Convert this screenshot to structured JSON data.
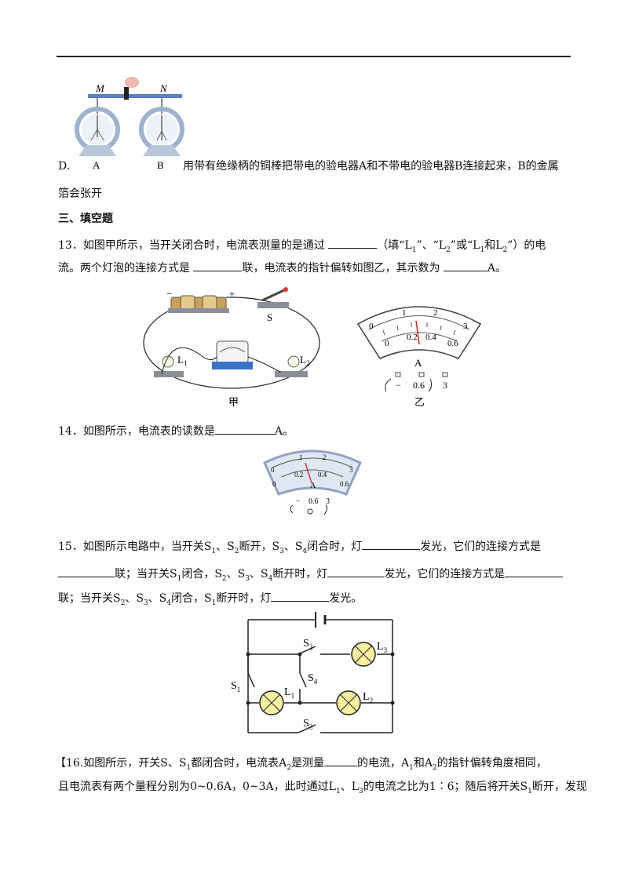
{
  "d_option": {
    "label": "D.",
    "fig_labels": {
      "m": "M",
      "n": "N",
      "a": "A",
      "b": "B"
    },
    "text_line1": "用带有绝缘柄的铜棒把带电的验电器A和不带电的验电器B连接起来，B的金属",
    "text_line2": "箔会张开"
  },
  "section_title": "三、填空题",
  "q13": {
    "num": "13．",
    "l1_a": "如图甲所示，当开关闭合时，电流表测量的是通过",
    "l1_b": "（填“L",
    "l1_c": "”、“L",
    "l1_d": "”或“L",
    "l1_e": "和L",
    "l1_f": "”）的电",
    "l2_a": "流。两个灯泡的连接方式是",
    "l2_b": "联，电流表的指针偏转如图乙，其示数为",
    "l2_c": "A。",
    "fig": {
      "minus": "−",
      "plus": "+",
      "s": "S",
      "l": "L",
      "sub1": "1",
      "sub2": "2",
      "jia": "甲",
      "meter_top": [
        "0",
        "1",
        "2",
        "3"
      ],
      "meter_bottom": [
        "0",
        "0.2",
        "0.4",
        "0.6"
      ],
      "meter_a": "A",
      "terminals": [
        "−",
        "0.6",
        "3"
      ],
      "yi": "乙"
    }
  },
  "q14": {
    "num": "14．",
    "text_a": "如图所示，电流表的读数是",
    "text_b": "A。",
    "fig": {
      "meter_top": [
        "0",
        "1",
        "2",
        "3"
      ],
      "meter_bottom": [
        "0",
        "0.2",
        "0.4",
        "0.6"
      ],
      "meter_a": "A",
      "terminals": [
        "−",
        "0.6",
        "3"
      ]
    }
  },
  "q15": {
    "num": "15．",
    "l1_a": "如图所示电路中，当开关S",
    "l1_b": "、S",
    "l1_c": "断开，S",
    "l1_d": "、S",
    "l1_e": "闭合时，灯",
    "l1_f": "发光，它们的连接方式是",
    "l2_a": "联；当开关S",
    "l2_b": "闭合，S",
    "l2_c": "、S",
    "l2_d": "、S",
    "l2_e": "断开时，灯",
    "l2_f": "发光，它们的连接方式是",
    "l3_a": "联；当开关S",
    "l3_b": "、S",
    "l3_c": "、S",
    "l3_d": "闭合，S",
    "l3_e": "断开时，灯",
    "l3_f": "发光。",
    "subs": {
      "s1": "1",
      "s2": "2",
      "s3": "3",
      "s4": "4"
    },
    "fig": {
      "s": "S",
      "l": "L",
      "n1": "1",
      "n2": "2",
      "n3": "3",
      "n4": "4"
    }
  },
  "q16": {
    "num": "【16.",
    "l1_a": "如图所示，开关S、S",
    "l1_b": "都闭合时，电流表A",
    "l1_c": "是测量",
    "l1_d": "的电流，A",
    "l1_e": "和A",
    "l1_f": "的指针偏转角度相同，",
    "l2_a": "且电流表有两个量程分别为0~0.6A，0~3A，此时通过L",
    "l2_b": "、L",
    "l2_c": "的电流之比为1∶6；随后将开关S",
    "l2_d": "断开，发现",
    "subs": {
      "one": "1",
      "two": "2",
      "three": "3"
    }
  }
}
